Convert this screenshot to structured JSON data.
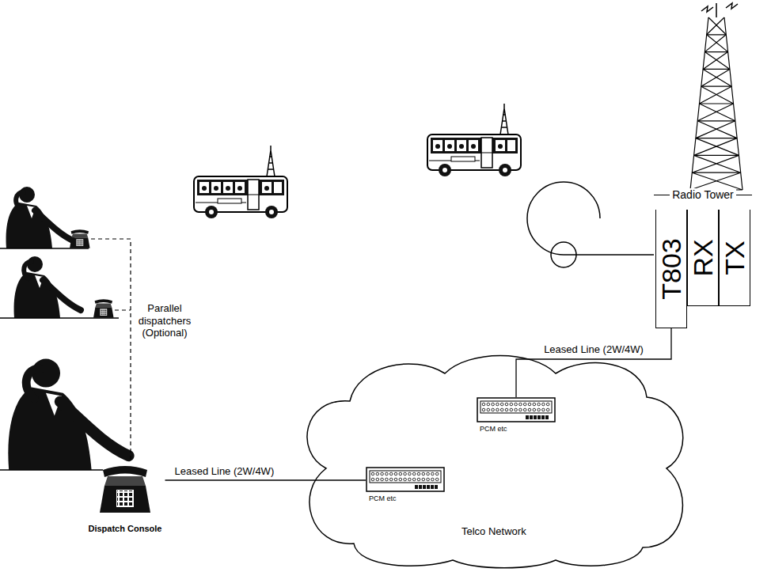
{
  "diagram": {
    "nodes": [
      {
        "text": [
          "Dispatch Console"
        ]
      },
      {
        "text": [
          "Telco Network"
        ]
      },
      {
        "text": [
          "PCM etc"
        ],
        "in": 1
      },
      {
        "text": [
          "PCM etc"
        ],
        "in": 1
      },
      {
        "text": [
          "Radio Tower"
        ]
      },
      {
        "text": [
          "T803"
        ],
        "in": 4
      },
      {
        "text": [
          "RX"
        ],
        "in": 4
      },
      {
        "text": [
          "TX"
        ],
        "in": 4
      }
    ],
    "edges": [
      {
        "from": 0,
        "to": 2,
        "arrow": "none",
        "label": "Leased Line (2W/4W)"
      },
      {
        "from": 3,
        "to": 5,
        "arrow": "none",
        "label": "Leased Line (2W/4W)"
      }
    ],
    "labels": [
      "Parallel dispatchers (Optional)"
    ]
  }
}
